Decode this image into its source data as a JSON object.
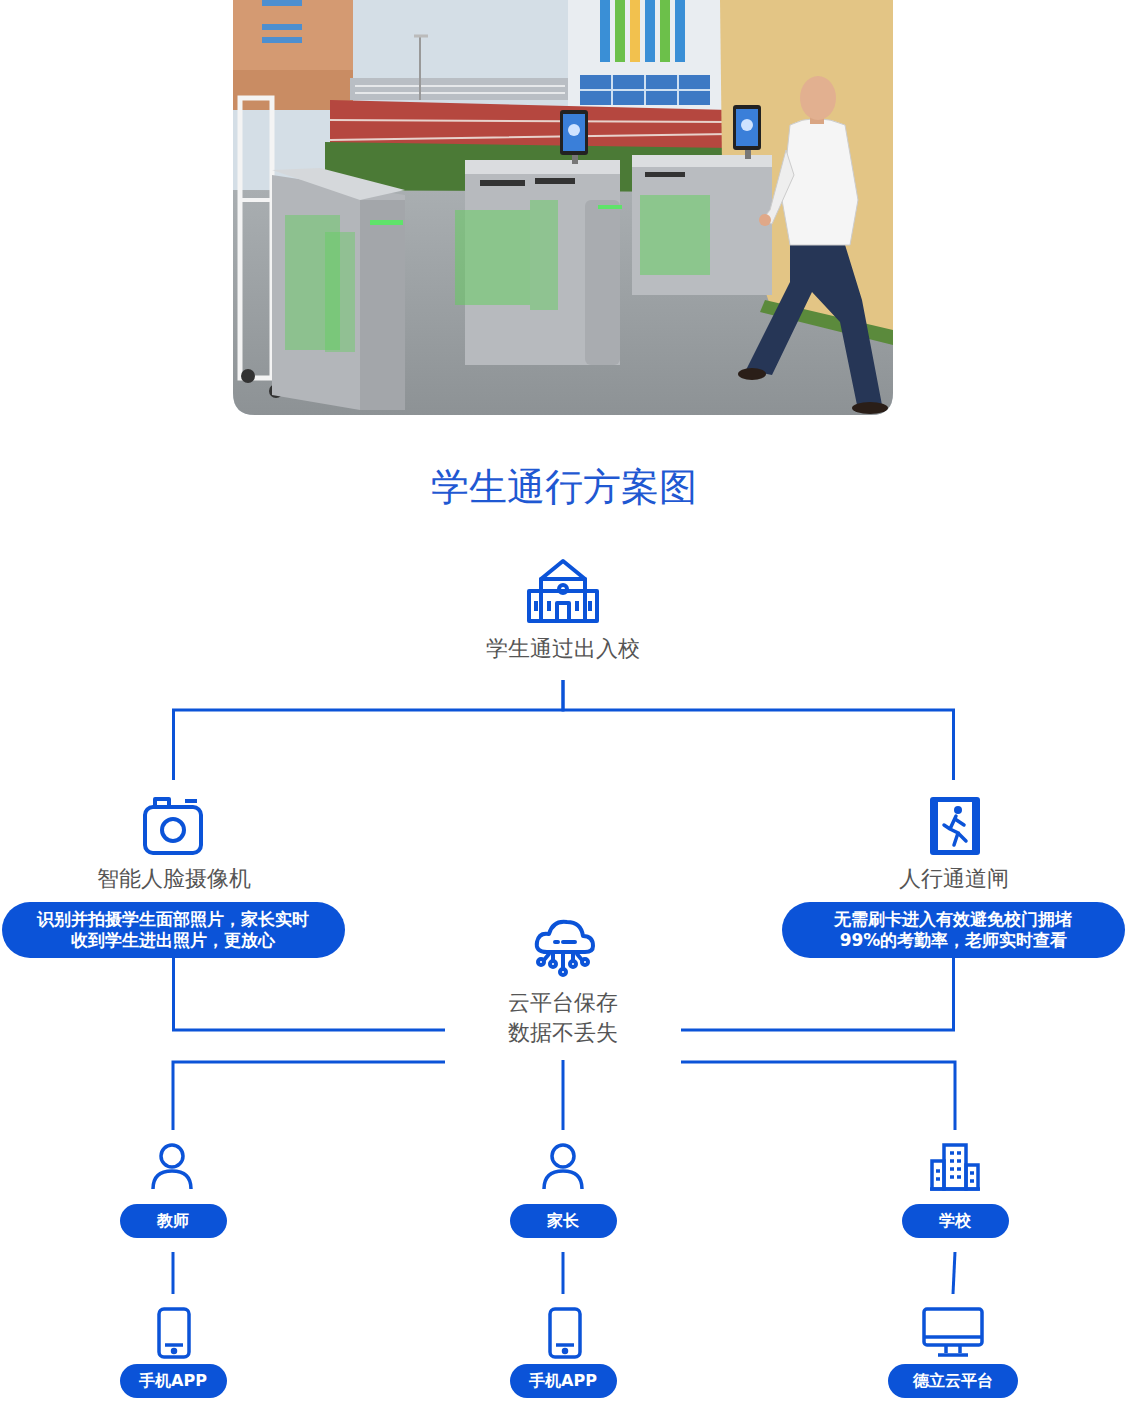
{
  "diagram": {
    "title": "学生通行方案图",
    "nodes": [
      {
        "text": [
          "学生通过出入校"
        ]
      },
      {
        "text": [
          "智能人脸摄像机",
          "识别并拍摄学生面部照片，家长实时 收到学生进出照片，更放心"
        ]
      },
      {
        "text": [
          "人行通道闸",
          "无需刷卡进入有效避免校门拥堵 99%的考勤率，老师实时查看"
        ]
      },
      {
        "text": [
          "云平台保存 数据不丢失"
        ]
      },
      {
        "text": [
          "教师"
        ]
      },
      {
        "text": [
          "家长"
        ]
      },
      {
        "text": [
          "学校"
        ]
      },
      {
        "text": [
          "手机APP"
        ]
      },
      {
        "text": [
          "手机APP"
        ]
      },
      {
        "text": [
          "德立云平台"
        ]
      }
    ],
    "edges": [
      {
        "from": 0,
        "to": 1,
        "arrow": "none"
      },
      {
        "from": 0,
        "to": 2,
        "arrow": "none"
      },
      {
        "from": 1,
        "to": 3,
        "arrow": "none"
      },
      {
        "from": 2,
        "to": 3,
        "arrow": "none"
      },
      {
        "from": 3,
        "to": 4,
        "arrow": "none"
      },
      {
        "from": 3,
        "to": 5,
        "arrow": "none"
      },
      {
        "from": 3,
        "to": 6,
        "arrow": "none"
      },
      {
        "from": 4,
        "to": 7,
        "arrow": "none"
      },
      {
        "from": 5,
        "to": 8,
        "arrow": "none"
      },
      {
        "from": 6,
        "to": 9,
        "arrow": "none"
      }
    ]
  }
}
